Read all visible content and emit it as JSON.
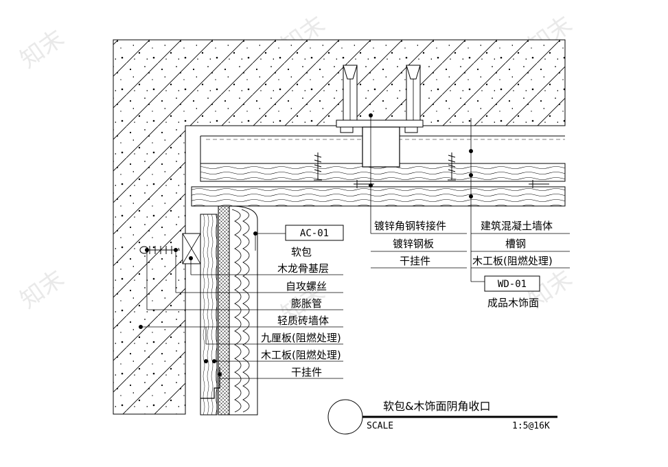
{
  "title_block": {
    "title": "软包&木饰面阴角收口",
    "scale_label": "SCALE",
    "scale_value": "1:5@16K"
  },
  "tags": {
    "softpack": "AC-01",
    "wood": "WD-01"
  },
  "labels_left": [
    "软包",
    "木龙骨基层",
    "自攻螺丝",
    "膨胀管",
    "轻质砖墙体",
    "九厘板(阻燃处理)",
    "木工板(阻燃处理)",
    "干挂件"
  ],
  "labels_mid": [
    "镀锌角钢转接件",
    "镀锌钢板",
    "干挂件"
  ],
  "labels_right": [
    "建筑混凝土墙体",
    "槽钢",
    "木工板(阻燃处理)"
  ],
  "wood_caption": "成品木饰面",
  "watermark": "知末"
}
